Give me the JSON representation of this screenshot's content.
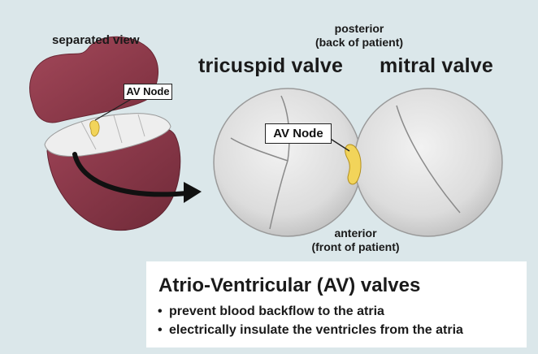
{
  "labels": {
    "separated_view": "separated view",
    "posterior_line1": "posterior",
    "posterior_line2": "(back of patient)",
    "tricuspid": "tricuspid valve",
    "mitral": "mitral valve",
    "anterior_line1": "anterior",
    "anterior_line2": "(front of patient)",
    "av_node_small": "AV Node",
    "av_node_large": "AV Node"
  },
  "info": {
    "title": "Atrio-Ventricular (AV) valves",
    "bullet_glyph": "•",
    "bullets": [
      "prevent blood backflow to the atria",
      "electrically insulate the ventricles from the atria"
    ]
  },
  "colors": {
    "background": "#dbe7ea",
    "heart_muscle": "#8e3b4a",
    "valve_gray": "#e2e2e2",
    "av_node_yellow": "#f2d45a",
    "arrow": "#111111"
  }
}
